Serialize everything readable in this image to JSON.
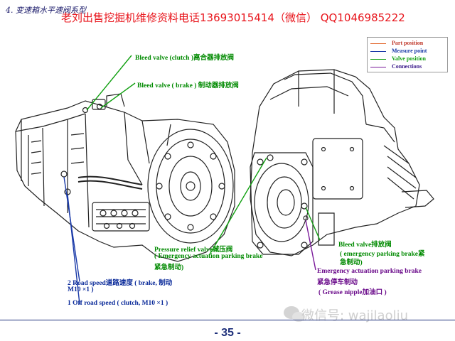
{
  "header": {
    "section_title": "4.  变速箱水平速阀系型",
    "contact_text": "老刘出售挖掘机维修资料电话13693015414（微信）  QQ1046985222"
  },
  "legend": {
    "items": [
      {
        "label": "Part position",
        "color": "#e05a1a"
      },
      {
        "label": "Measure point",
        "color": "#1a3aa8"
      },
      {
        "label": "Valve position",
        "color": "#11a011"
      },
      {
        "label": "Connections",
        "color": "#7a1a9a"
      }
    ]
  },
  "labels": {
    "bleed_clutch": "Bleed valve (clutch )离合器排放阀",
    "bleed_brake": "Bleed valve ( brake ) 制动器排放阀",
    "pressure_relief_1": "Pressure relief valve减压阀",
    "pressure_relief_2": "( Emergency actuation parking brake",
    "pressure_relief_3": "紧急制动)",
    "road_speed_1": "2     Road speed道路速度 ( brake, 制动",
    "road_speed_2": "M10 ×1 )",
    "off_road_speed": "1     Off road speed ( clutch, M10 ×1 )",
    "bleed_right_1": "Bleed valve排放阀",
    "bleed_right_2": "( emergency parking brake紧",
    "bleed_right_3": "急制动)",
    "emergency_1": "Emergency actuation parking brake",
    "emergency_2": "紧急停车制动",
    "grease": "( Grease nipple加油口 )"
  },
  "footer": {
    "page_number": "- 35 -",
    "watermark": "微信号: wajilaoliu"
  }
}
